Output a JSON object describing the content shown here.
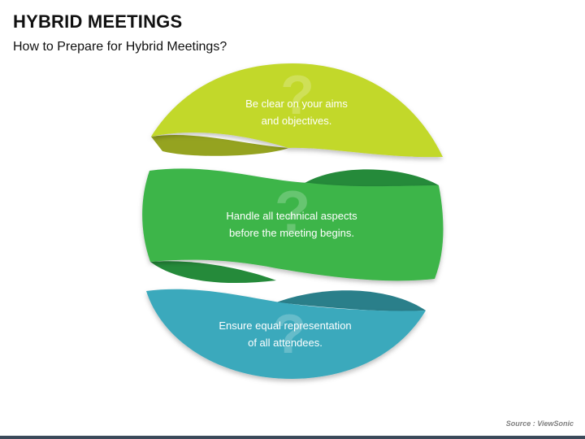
{
  "title": "HYBRID MEETINGS",
  "subtitle": "How to Prepare for Hybrid Meetings?",
  "steps": [
    {
      "line1": "Be clear on your aims",
      "line2": "and objectives.",
      "color": "#c2d82b",
      "shade": "#95a320",
      "icon": "question-mark-icon"
    },
    {
      "line1": "Handle all technical aspects",
      "line2": "before the meeting begins.",
      "color": "#3db54a",
      "shade": "#258a3a",
      "icon": "question-mark-icon"
    },
    {
      "line1": "Ensure equal representation",
      "line2": "of all attendees.",
      "color": "#3aa9bc",
      "shade": "#2a7f8a",
      "icon": "question-mark-icon"
    }
  ],
  "source": "Source : ViewSonic"
}
